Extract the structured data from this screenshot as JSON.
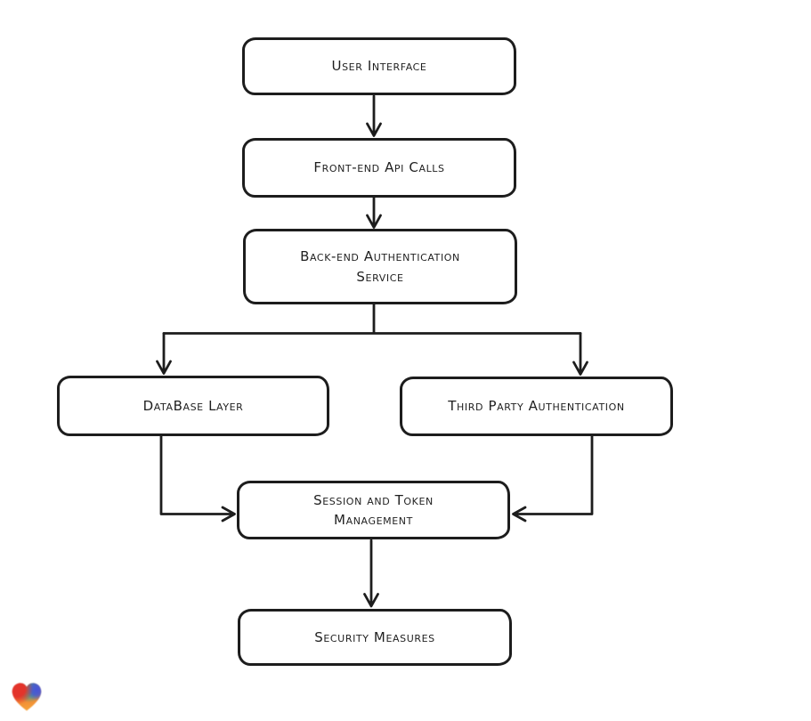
{
  "page": {
    "background": "#ffffff"
  },
  "diagram": {
    "type": "flowchart",
    "style": "hand-drawn",
    "stroke_color": "#1d1d1d",
    "node_fill": "#ffffff",
    "nodes": [
      {
        "id": "user-interface",
        "label": "User Interface"
      },
      {
        "id": "front-end-api-calls",
        "label": "Front-end Api Calls"
      },
      {
        "id": "back-end-authentication-service",
        "label": "Back-end Authentication\nService"
      },
      {
        "id": "database-layer",
        "label": "DataBase Layer"
      },
      {
        "id": "third-party-authentication",
        "label": "Third Party Authentication"
      },
      {
        "id": "session-and-token-management",
        "label": "Session and Token\nManagement"
      },
      {
        "id": "security-measures",
        "label": "Security Measures"
      }
    ],
    "edges": [
      {
        "from": "user-interface",
        "to": "front-end-api-calls"
      },
      {
        "from": "front-end-api-calls",
        "to": "back-end-authentication-service"
      },
      {
        "from": "back-end-authentication-service",
        "to": "database-layer"
      },
      {
        "from": "back-end-authentication-service",
        "to": "third-party-authentication"
      },
      {
        "from": "database-layer",
        "to": "session-and-token-management"
      },
      {
        "from": "third-party-authentication",
        "to": "session-and-token-management"
      },
      {
        "from": "session-and-token-management",
        "to": "security-measures"
      }
    ]
  },
  "branding": {
    "logo": "heart-logo",
    "logo_colors": {
      "red": "#e3342b",
      "teal": "#2aa79b",
      "blue": "#4853d8",
      "orange": "#f6a23a"
    }
  }
}
